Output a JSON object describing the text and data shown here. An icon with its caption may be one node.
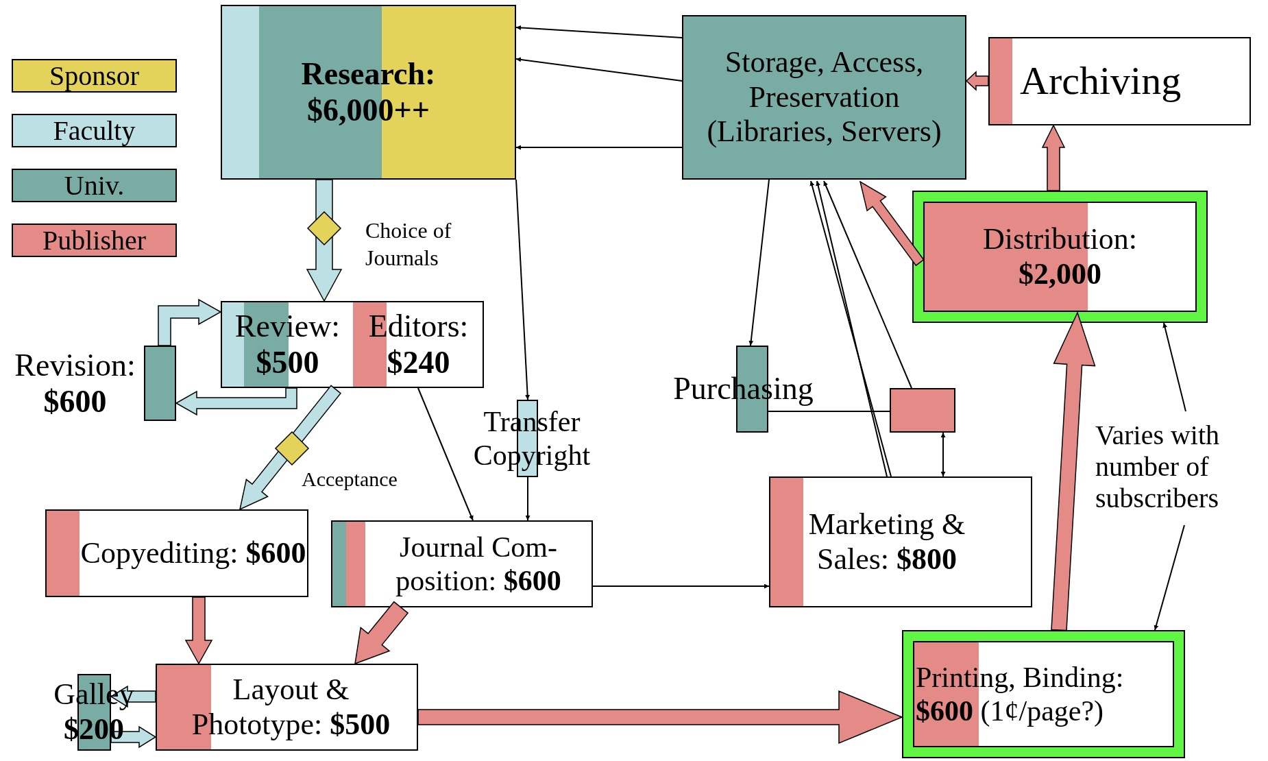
{
  "diagram": {
    "nodes": [
      {
        "text": [
          "Research: $6,000++"
        ]
      },
      {
        "text": [
          "Storage, Access, Preservation (Libraries, Servers)"
        ]
      },
      {
        "text": [
          "Archiving"
        ]
      },
      {
        "text": [
          "Distribution: **$2,000**"
        ]
      },
      {
        "text": [
          "Review: **$500**",
          "Editors: **$240**"
        ]
      },
      {
        "text": [
          "Revision: **$600**"
        ]
      },
      {
        "text": [
          "Transfer Copyright"
        ]
      },
      {
        "text": [
          "Purchasing"
        ]
      },
      {
        "text": [],
        "shape": "box"
      },
      {
        "text": [
          "Copyediting: **$600**"
        ]
      },
      {
        "text": [
          "Journal Com- position: **$600**"
        ]
      },
      {
        "text": [
          "Marketing & Sales: **$800**"
        ]
      },
      {
        "text": [
          "Layout & Phototype: **$500**"
        ]
      },
      {
        "text": [
          "Galley **$200**"
        ]
      },
      {
        "text": [
          "Printing, Binding: **$600** (1¢/page?)"
        ]
      },
      {
        "text": [
          "Varies with number of subscribers"
        ]
      }
    ],
    "edges": [
      {
        "from": 1,
        "to": 0,
        "arrow": "to"
      },
      {
        "from": 1,
        "to": 0,
        "arrow": "to"
      },
      {
        "from": 1,
        "to": 0,
        "arrow": "to"
      },
      {
        "from": 0,
        "to": 4,
        "arrow": "to",
        "label": "Choice of Journals",
        "style": "thick",
        "color": "#bce0e4"
      },
      {
        "from": 0,
        "to": 6,
        "arrow": "to"
      },
      {
        "from": 4,
        "to": 5,
        "arrow": "to",
        "style": "thick",
        "color": "#bce0e4"
      },
      {
        "from": 5,
        "to": 4,
        "arrow": "to",
        "style": "thick",
        "color": "#bce0e4"
      },
      {
        "from": 4,
        "to": 9,
        "arrow": "to",
        "label": "Acceptance",
        "style": "thick",
        "color": "#bce0e4"
      },
      {
        "from": 4,
        "to": 10,
        "arrow": "to"
      },
      {
        "from": 6,
        "to": 10,
        "arrow": "to"
      },
      {
        "from": 9,
        "to": 12,
        "arrow": "to",
        "style": "thick",
        "color": "#e48b88"
      },
      {
        "from": 10,
        "to": 12,
        "arrow": "to",
        "style": "thick",
        "color": "#e48b88"
      },
      {
        "from": 12,
        "to": 13,
        "arrow": "to",
        "style": "thick",
        "color": "#bce0e4"
      },
      {
        "from": 13,
        "to": 12,
        "arrow": "to",
        "style": "thick",
        "color": "#bce0e4"
      },
      {
        "from": 12,
        "to": 14,
        "arrow": "to",
        "style": "thick",
        "color": "#e48b88"
      },
      {
        "from": 10,
        "to": 11,
        "arrow": "to"
      },
      {
        "from": 14,
        "to": 3,
        "arrow": "to",
        "style": "thick",
        "color": "#e48b88"
      },
      {
        "from": 3,
        "to": 2,
        "arrow": "to",
        "style": "thick",
        "color": "#e48b88"
      },
      {
        "from": 2,
        "to": 1,
        "arrow": "to",
        "style": "thick",
        "color": "#e48b88"
      },
      {
        "from": 3,
        "to": 1,
        "arrow": "to",
        "style": "thick",
        "color": "#e48b88"
      },
      {
        "from": 1,
        "to": 7,
        "arrow": "to"
      },
      {
        "from": 7,
        "to": 8,
        "arrow": "none"
      },
      {
        "from": 8,
        "to": 1,
        "arrow": "to"
      },
      {
        "from": 11,
        "to": 1,
        "arrow": "to"
      },
      {
        "from": 11,
        "to": 1,
        "arrow": "to"
      },
      {
        "from": 8,
        "to": 11,
        "arrow": "both"
      },
      {
        "from": 15,
        "to": 3,
        "arrow": "to"
      },
      {
        "from": 15,
        "to": 14,
        "arrow": "to"
      }
    ],
    "legend": [
      {
        "text": "Sponsor",
        "color": "#e3d35a"
      },
      {
        "text": "Faculty",
        "color": "#bce0e4"
      },
      {
        "text": "Univ.",
        "color": "#7aaca6"
      },
      {
        "text": "Publisher",
        "color": "#e48b88"
      }
    ]
  }
}
